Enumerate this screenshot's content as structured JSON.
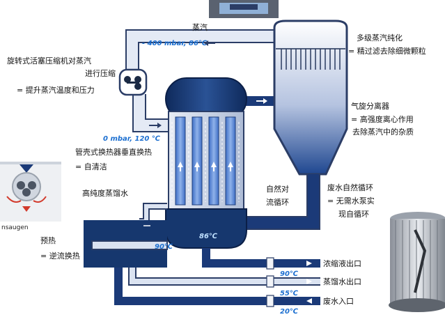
{
  "labels": {
    "compressor_title": "旋转式活塞压缩机对蒸汽",
    "compressor_title2": "进行压缩",
    "compressor_bullet": "=  提升蒸汽温度和压力",
    "steam": "蒸汽",
    "vacuum": "- 400 mbar, 86℃",
    "purifier_title": "多级蒸汽纯化",
    "purifier_bullet": "=  精过滤去除细微颗粒",
    "cyclone_title": "气旋分离器",
    "cyclone_bullet1": "=  高强度离心作用",
    "cyclone_bullet2": "去除蒸汽中的杂质",
    "zero_mbar": "0 mbar, 120 ℃",
    "hx_title": "管壳式换热器垂直换热",
    "hx_bullet": "=  自清洁",
    "distillate": "高纯度蒸馏水",
    "natural1": "自然对",
    "natural2": "流循环",
    "wastewater_title": "废水自然循环",
    "wastewater_bullet1": "=  无需水泵实",
    "wastewater_bullet2": "现自循环",
    "temp_86": "86℃",
    "temp_90_left": "90℃",
    "preheat_title": "预热",
    "preheat_bullet": "=  逆流换热",
    "concentrate_outlet": "浓缩液出口",
    "distilled_outlet": "蒸馏水出口",
    "wastewater_inlet": "废水入口",
    "temp_90": "90℃",
    "temp_55": "55℃",
    "temp_20": "20℃",
    "ansaugen": "nsaugen"
  },
  "colors": {
    "vessel_dark": "#16376e",
    "pipe_dark": "#1b3a78",
    "pipe_light": "#c9d4ea",
    "pipe_outline": "#2b3d66",
    "label_blue": "#1c6fd0"
  }
}
